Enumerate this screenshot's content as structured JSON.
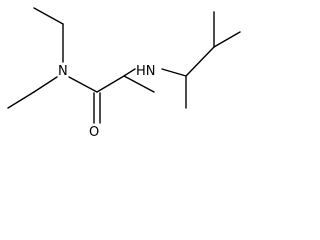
{
  "structure": {
    "atoms": {
      "amide_nitrogen": "N",
      "carbonyl_oxygen": "O",
      "amine_group": "HN"
    },
    "colors": {
      "bond": "#000000",
      "label": "#000000",
      "background": "#ffffff"
    }
  }
}
